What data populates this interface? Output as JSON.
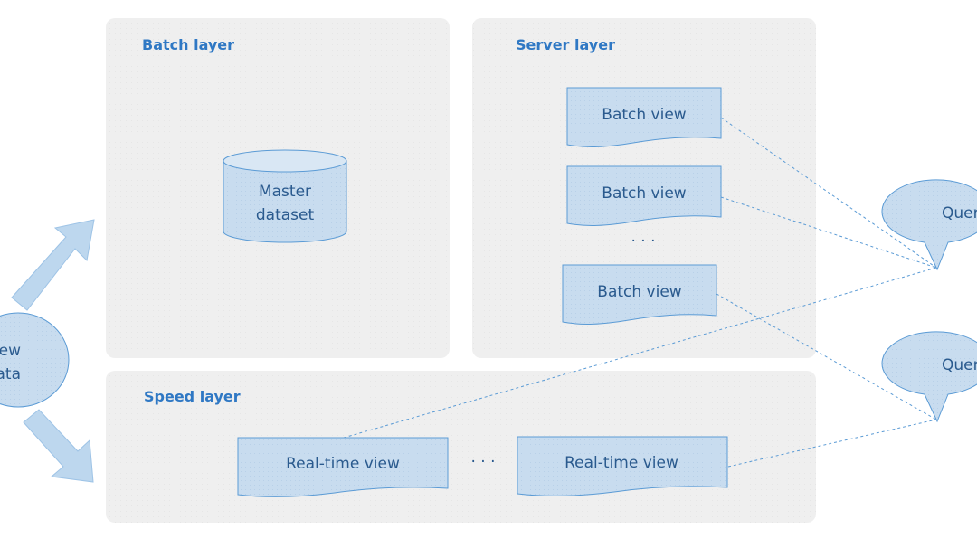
{
  "colors": {
    "panel_bg": "#efefef",
    "title": "#2f78c4",
    "node_fill": "#c8dcef",
    "node_stroke": "#5b9bd5",
    "node_text": "#2a5a8e",
    "arrow_fill": "#bdd7ee",
    "arrow_stroke": "#9dc3e6"
  },
  "layers": {
    "batch": {
      "title": "Batch layer"
    },
    "server": {
      "title": "Server layer"
    },
    "speed": {
      "title": "Speed layer"
    }
  },
  "master_dataset": {
    "line1": "Master",
    "line2": "dataset"
  },
  "batch_views": [
    "Batch view",
    "Batch view",
    "Batch view"
  ],
  "batch_views_ellipsis": "· · ·",
  "realtime_views": [
    "Real-time view",
    "Real-time view"
  ],
  "realtime_ellipsis": "· · ·",
  "new_data": {
    "line1": "ew",
    "line2": "ata"
  },
  "queries": [
    "Quer",
    "Quer"
  ]
}
